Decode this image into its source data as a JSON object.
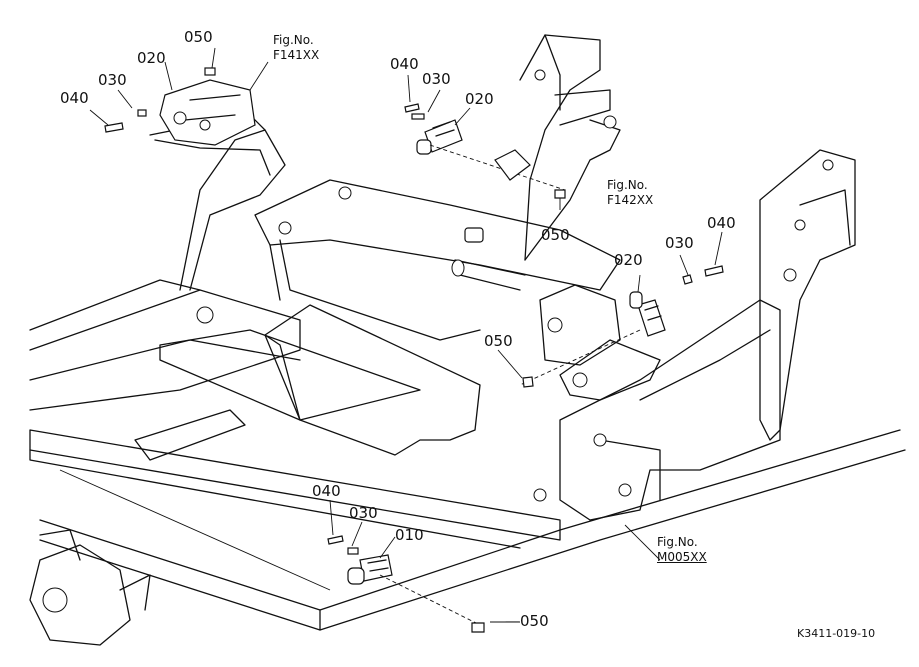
{
  "callouts": {
    "top_left": {
      "p050": "050",
      "p020": "020",
      "p030": "030",
      "p040": "040"
    },
    "top_center": {
      "p040": "040",
      "p030": "030",
      "p020": "020",
      "p050": "050"
    },
    "right": {
      "p030": "030",
      "p040": "040",
      "p020": "020",
      "p050": "050"
    },
    "bottom": {
      "p040": "040",
      "p030": "030",
      "p010": "010",
      "p050": "—050"
    }
  },
  "figure_refs": {
    "f141": {
      "line1": "Fig.No.",
      "line2": "F141XX"
    },
    "f142": {
      "line1": "Fig.No.",
      "line2": "F142XX"
    },
    "m005": {
      "line1": "Fig.No.",
      "line2": "M005XX"
    }
  },
  "drawing_ref": "K3411-019-10"
}
